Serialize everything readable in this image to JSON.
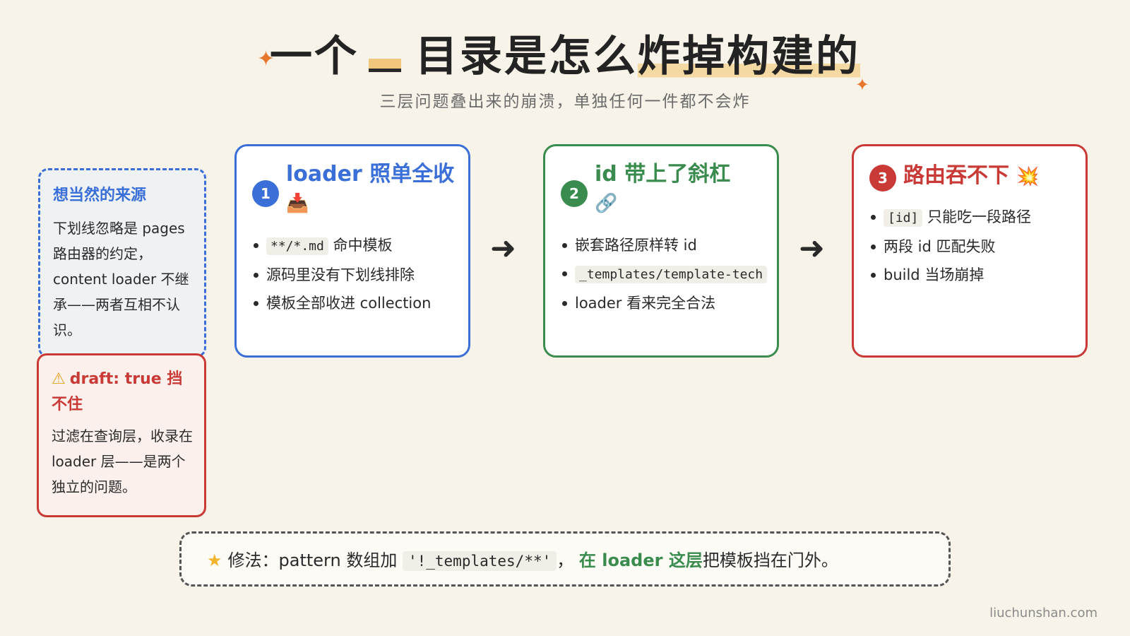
{
  "title": {
    "part1": "一个",
    "part2": "目录是怎么",
    "part3": "炸掉构建的",
    "sparkle": "✦"
  },
  "subtitle": "三层问题叠出来的崩溃，单独任何一件都不会炸",
  "notes": {
    "assume": {
      "title": "想当然的来源",
      "body": "下划线忽略是 pages 路由器的约定，content loader 不继承——两者互相不认识。"
    },
    "draft": {
      "icon": "⚠",
      "title": "draft: true 挡不住",
      "body": "过滤在查询层，收录在 loader 层——是两个独立的问题。"
    }
  },
  "cards": [
    {
      "number": "1",
      "title": "loader 照单全收",
      "emoji": "📥",
      "bullets": {
        "b1_code": "**/*.md",
        "b1_text": "命中模板",
        "b2": "源码里没有下划线排除",
        "b3": "模板全部收进 collection"
      }
    },
    {
      "number": "2",
      "title": "id 带上了斜杠",
      "emoji": "🔗",
      "bullets": {
        "b1": "嵌套路径原样转 id",
        "b2_code": "_templates/template-tech",
        "b3": "loader 看来完全合法"
      }
    },
    {
      "number": "3",
      "title": "路由吞不下",
      "emoji": "💥",
      "bullets": {
        "b1_code": "[id]",
        "b1_text": "只能吃一段路径",
        "b2": "两段 id 匹配失败",
        "b3": "build 当场崩掉"
      }
    }
  ],
  "arrow_glyph": "➜",
  "fix": {
    "star": "★",
    "lead": "修法：pattern 数组加",
    "code": "'!_templates/**'",
    "sep": "，",
    "green": "在 loader 这层",
    "tail": "把模板挡在门外。"
  },
  "watermark": "liuchunshan.com",
  "colors": {
    "background": "#f8f3e9",
    "blue": "#3a6fd8",
    "green": "#3a8c4e",
    "red": "#c93a36",
    "highlight": "#f4d9a2",
    "star": "#f1b52c"
  }
}
